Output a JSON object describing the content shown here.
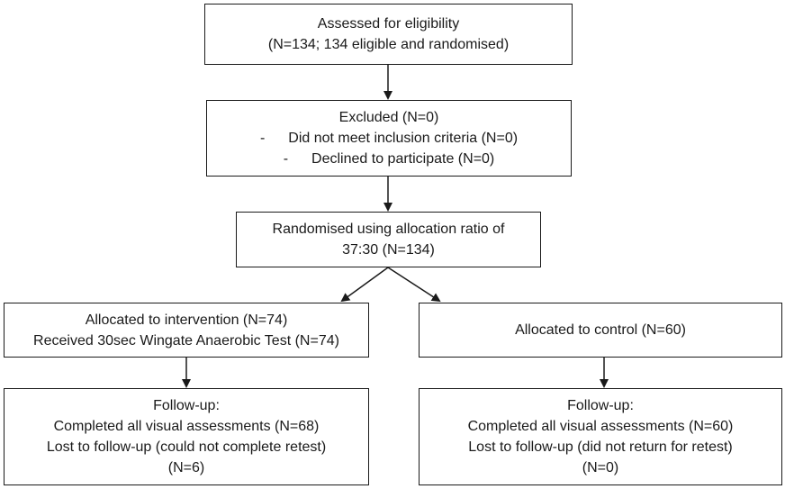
{
  "flowchart": {
    "eligibility": {
      "line1": "Assessed for eligibility",
      "line2": "(N=134; 134 eligible and randomised)"
    },
    "excluded": {
      "title": "Excluded (N=0)",
      "bullet1_dash": "-",
      "bullet1_text": "Did not meet inclusion criteria (N=0)",
      "bullet2_dash": "-",
      "bullet2_text": "Declined to participate (N=0)"
    },
    "randomised": {
      "line1": "Randomised using allocation ratio of",
      "line2": "37:30 (N=134)"
    },
    "allocated_intervention": {
      "line1": "Allocated to intervention (N=74)",
      "line2": "Received 30sec Wingate Anaerobic Test (N=74)"
    },
    "allocated_control": {
      "line1": "Allocated to control (N=60)"
    },
    "followup_intervention": {
      "line1": "Follow-up:",
      "line2": "Completed all visual assessments (N=68)",
      "line3": "Lost to follow-up (could not complete retest)",
      "line4": "(N=6)"
    },
    "followup_control": {
      "line1": "Follow-up:",
      "line2": "Completed all visual assessments (N=60)",
      "line3": "Lost to follow-up (did not return for retest)",
      "line4": "(N=0)"
    }
  }
}
